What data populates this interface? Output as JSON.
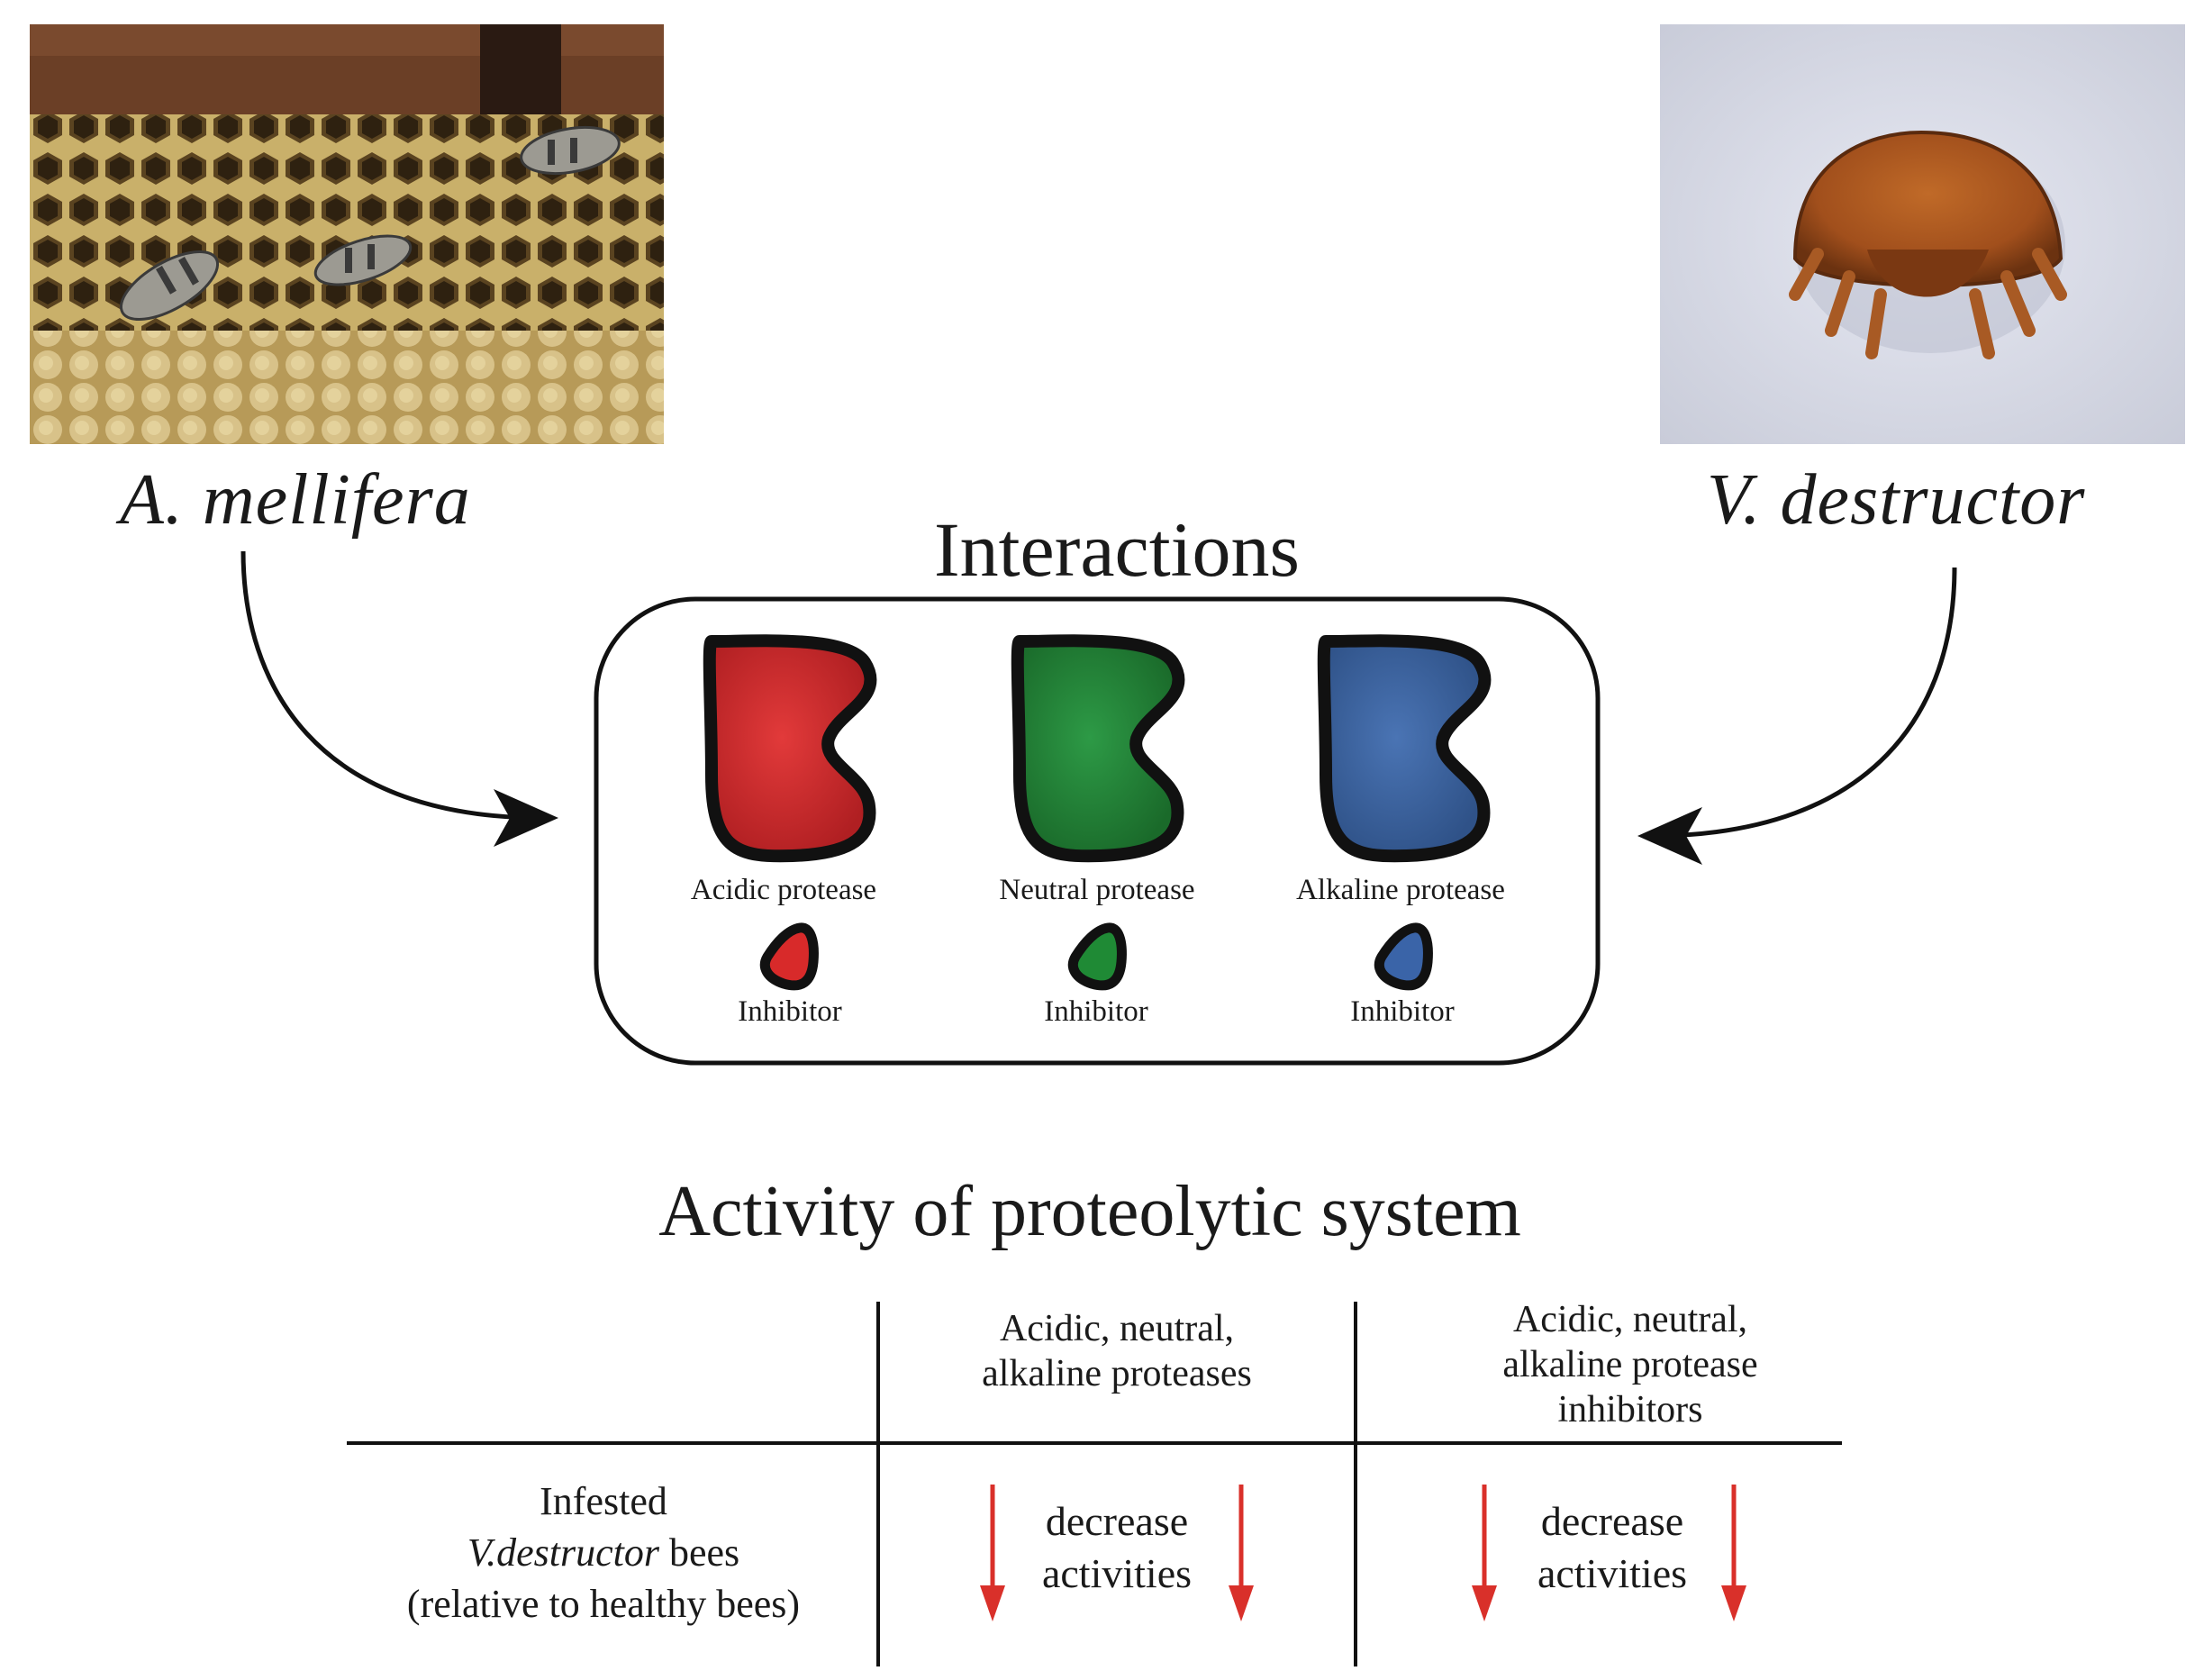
{
  "species": {
    "left": "A. mellifera",
    "right": "V. destructor"
  },
  "interactions": {
    "title": "Interactions",
    "enzymes": [
      {
        "label": "Acidic protease",
        "inhibitor_label": "Inhibitor",
        "color": "#c0282a"
      },
      {
        "label": "Neutral protease",
        "inhibitor_label": "Inhibitor",
        "color": "#1f7a32"
      },
      {
        "label": "Alkaline protease",
        "inhibitor_label": "Inhibitor",
        "color": "#3a5f9a"
      }
    ]
  },
  "activity": {
    "title": "Activity of proteolytic system",
    "col1": [
      "Acidic, neutral,",
      "alkaline proteases"
    ],
    "col2": [
      "Acidic, neutral,",
      "alkaline protease",
      "inhibitors"
    ],
    "row_label": {
      "line1": "Infested",
      "line2_italic": "V.destructor",
      "line2_rest": " bees",
      "line3": "(relative to healthy bees)"
    },
    "effect1": [
      "decrease",
      "activities"
    ],
    "effect2": [
      "decrease",
      "activities"
    ],
    "arrow_color": "#d9302a"
  }
}
